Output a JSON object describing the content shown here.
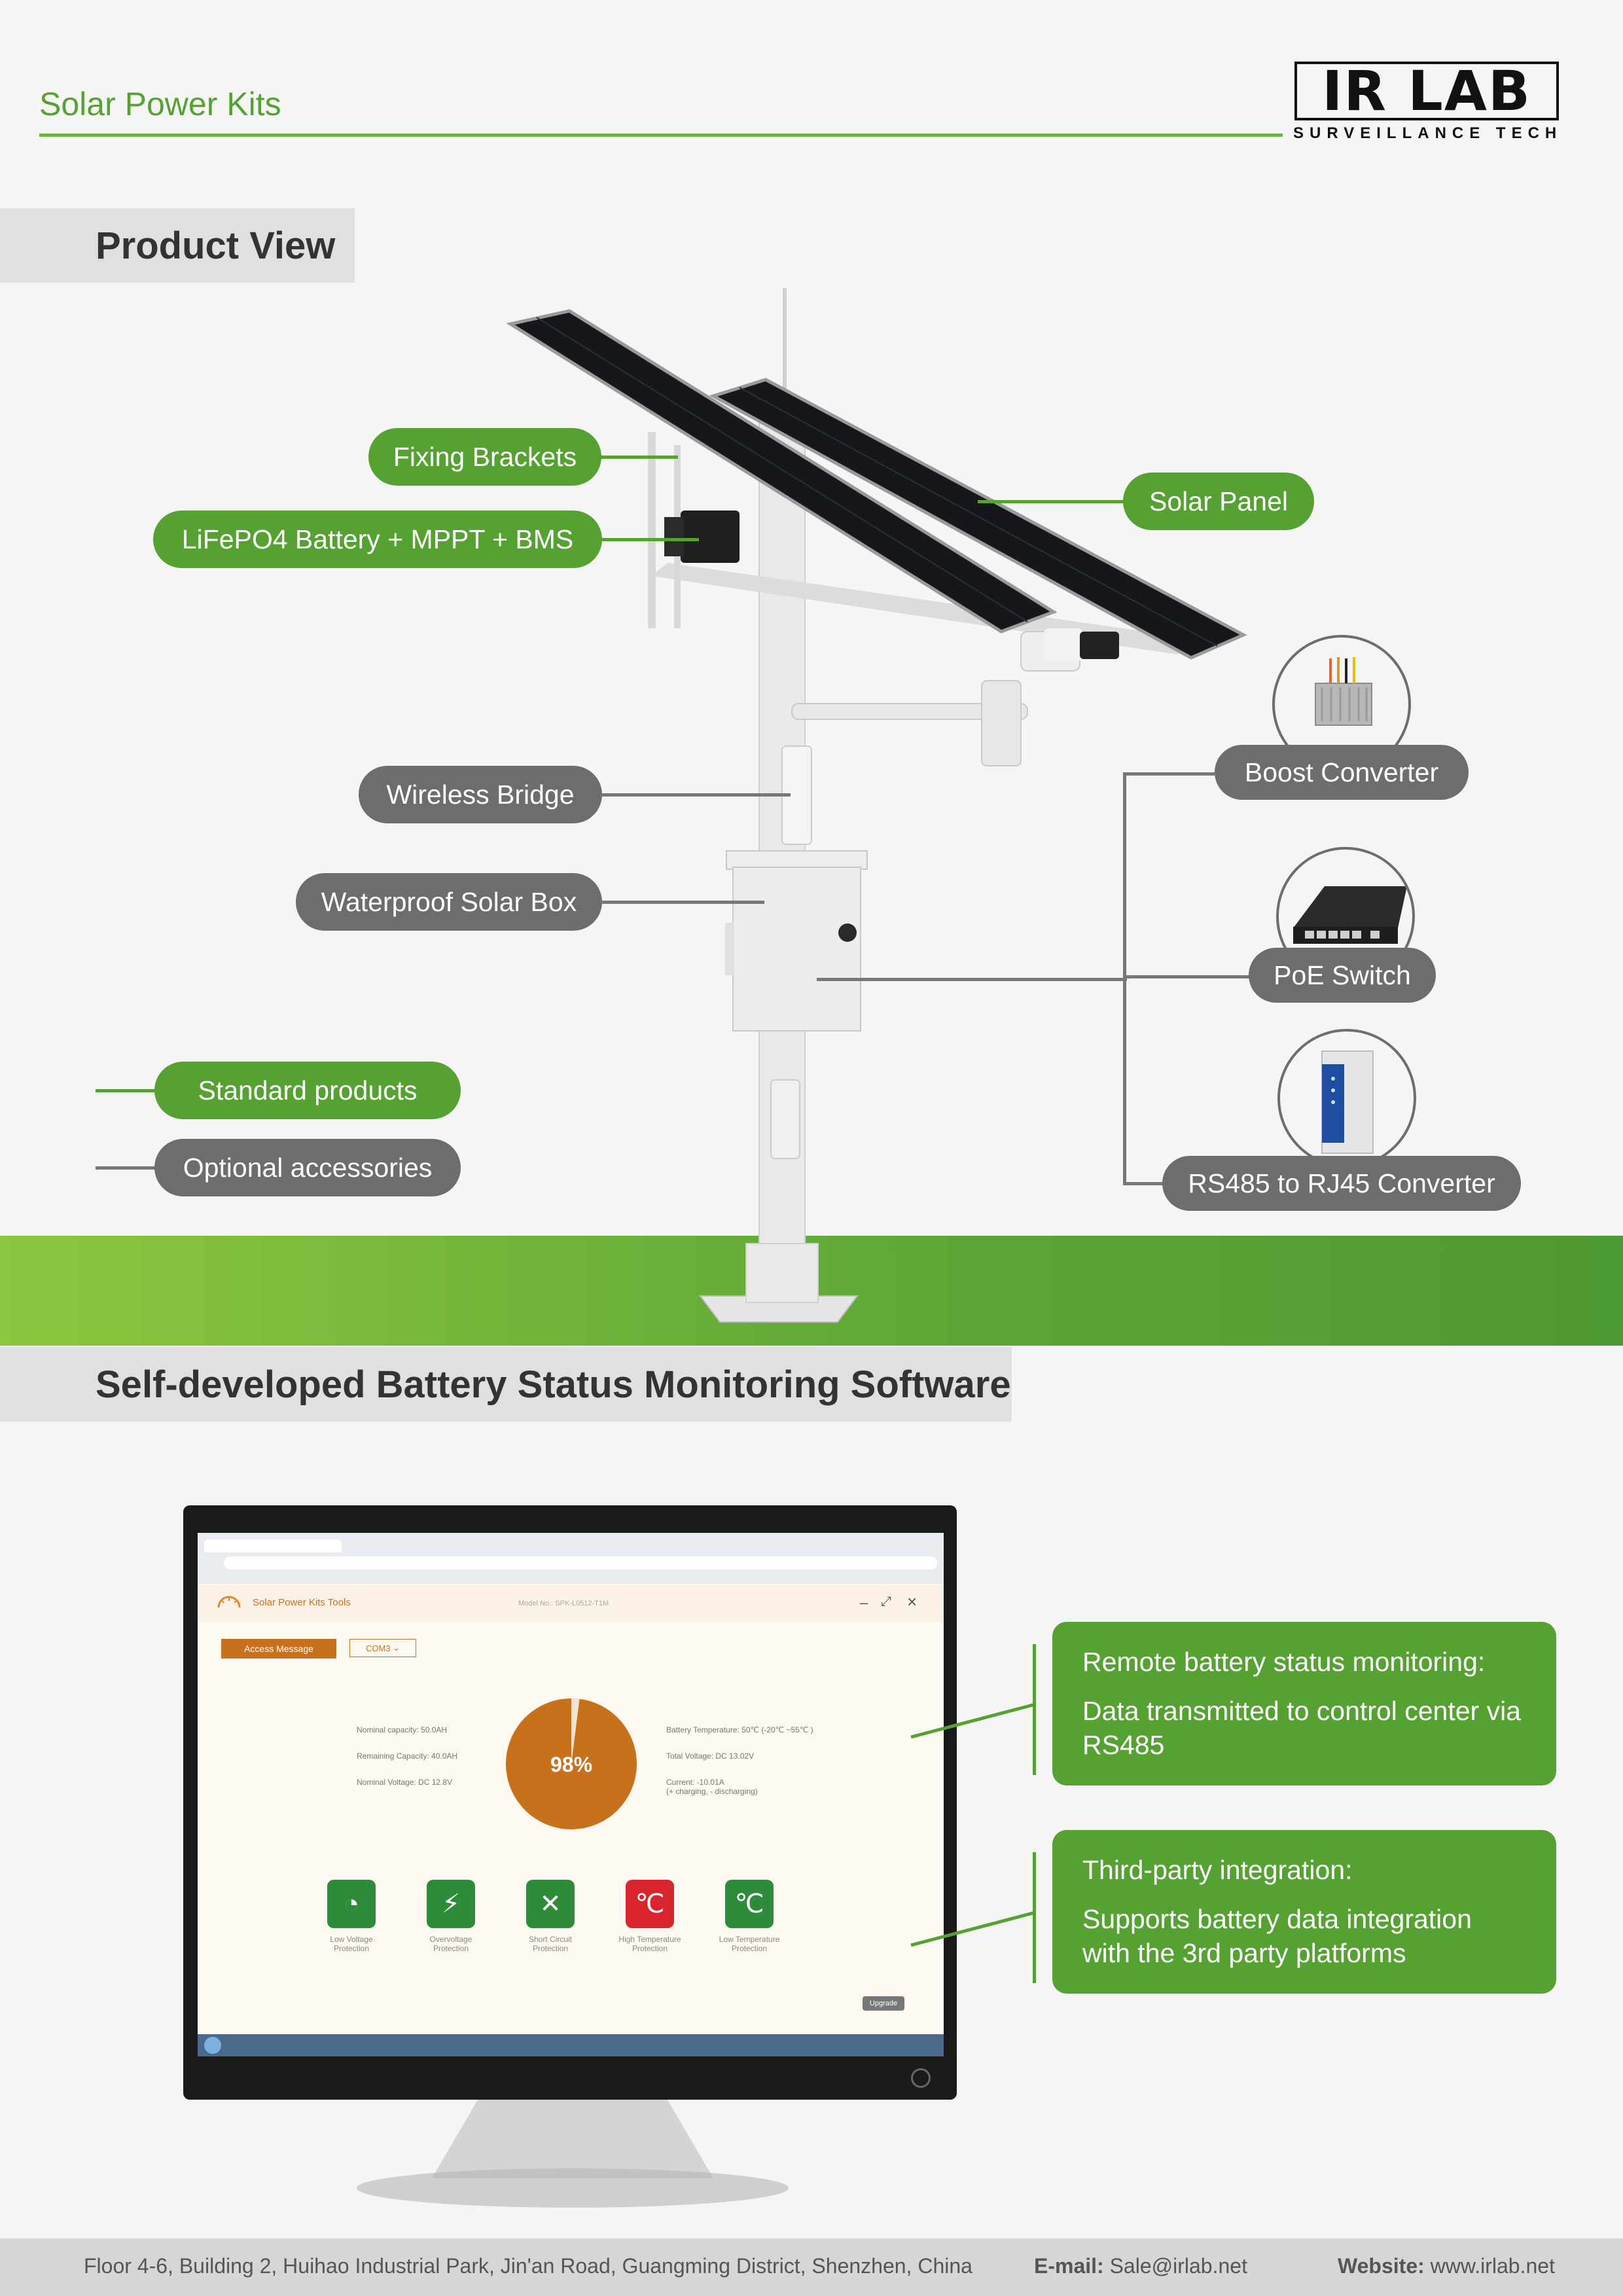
{
  "header": {
    "title": "Solar Power Kits",
    "logo_text": "IR LAB",
    "logo_subtitle": "SURVEILLANCE TECH"
  },
  "product_view": {
    "heading": "Product View",
    "labels": {
      "fixing_brackets": "Fixing Brackets",
      "battery": "LiFePO4 Battery + MPPT + BMS",
      "solar_panel": "Solar Panel",
      "wireless_bridge": "Wireless Bridge",
      "solar_box": "Waterproof Solar Box",
      "boost_converter": "Boost Converter",
      "poe_switch": "PoE Switch",
      "rs485": "RS485 to RJ45 Converter"
    },
    "legend": {
      "standard": "Standard products",
      "optional": "Optional accessories"
    }
  },
  "software": {
    "heading": "Self-developed Battery Status Monitoring Software",
    "app": {
      "title": "Solar Power Kits Tools",
      "model": "Model No.: SPK-L0512-T1M",
      "access_button": "Access Message",
      "port": "COM3",
      "percent": "98%",
      "left_stats": [
        "Nominal capacity: 50.0AH",
        "Remaining Capacity: 40.0AH",
        "Nominal Voltage: DC 12.8V"
      ],
      "right_stats": [
        "Battery Temperature: 50℃ (-20℃ ~55℃ )",
        "Total Voltage: DC 13.02V",
        "Current: -10.01A",
        "(+ charging, - discharging)"
      ],
      "protections": [
        {
          "label": "Low Voltage Protection",
          "color": "#2e8b3a"
        },
        {
          "label": "Overvoltage Protection",
          "color": "#2e8b3a"
        },
        {
          "label": "Short Circuit Protection",
          "color": "#2e8b3a"
        },
        {
          "label": "High Temperature Protection",
          "color": "#d9262e"
        },
        {
          "label": "Low Temperature Protection",
          "color": "#2e8b3a"
        }
      ],
      "upgrade": "Upgrade"
    },
    "features": [
      {
        "title": "Remote battery status monitoring:",
        "body": "Data transmitted to control center via RS485"
      },
      {
        "title": "Third-party integration:",
        "body": "Supports battery data integration with the 3rd party platforms"
      }
    ]
  },
  "footer": {
    "address": "Floor 4-6, Building 2, Huihao Industrial Park, Jin'an Road, Guangming District, Shenzhen, China",
    "email_label": "E-mail:",
    "email": "Sale@irlab.net",
    "website_label": "Website:",
    "website": "www.irlab.net"
  }
}
